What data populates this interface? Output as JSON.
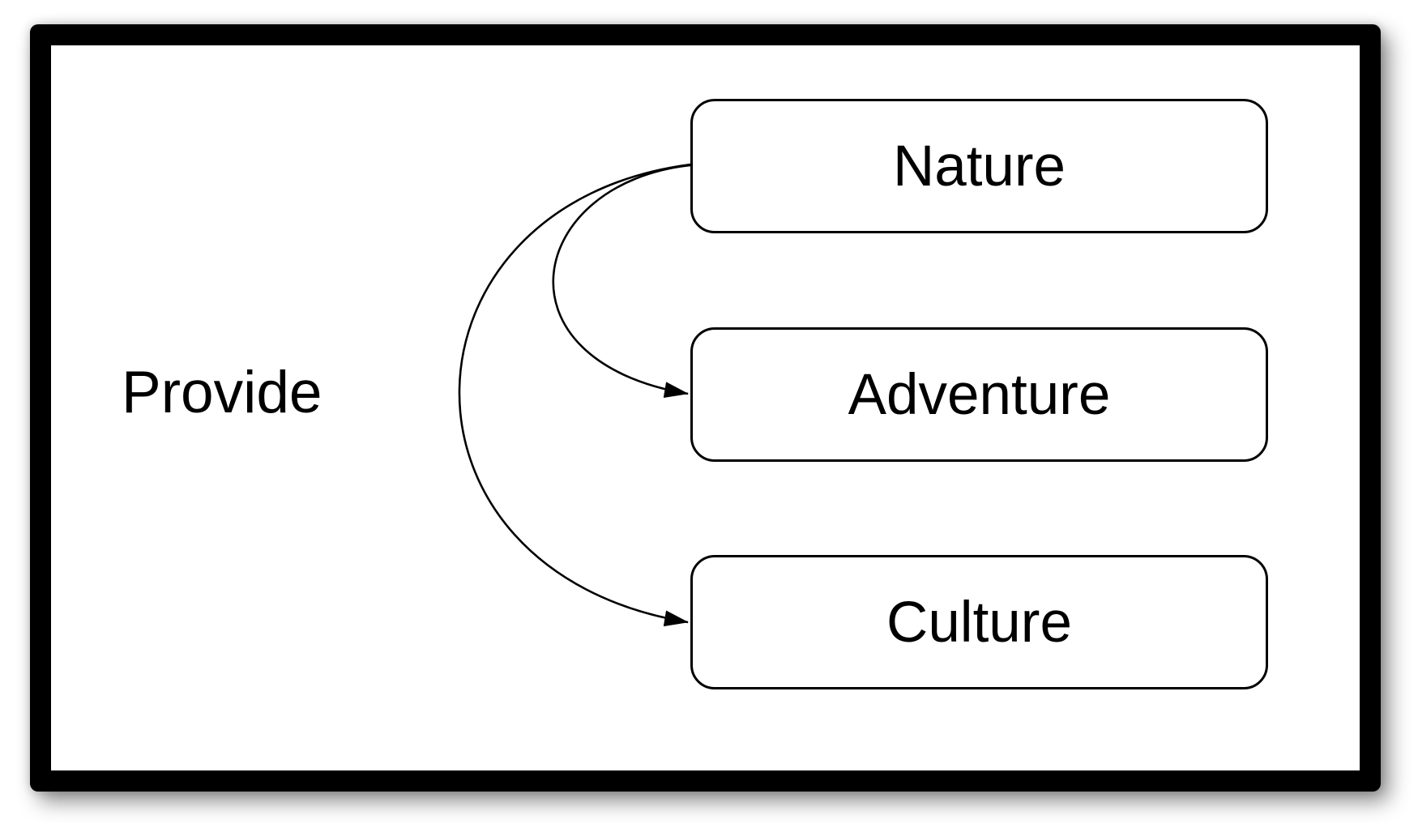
{
  "diagram": {
    "side_label": "Provide",
    "nodes": [
      {
        "id": "nature",
        "label": "Nature"
      },
      {
        "id": "adventure",
        "label": "Adventure"
      },
      {
        "id": "culture",
        "label": "Culture"
      }
    ],
    "edges": [
      {
        "from": "nature",
        "to": "adventure",
        "style": "curved-arrow"
      },
      {
        "from": "nature",
        "to": "culture",
        "style": "curved-arrow"
      }
    ],
    "colors": {
      "stroke": "#000000",
      "frame": "#000000",
      "node_fill": "#ffffff",
      "background": "#ffffff",
      "text": "#000000"
    }
  }
}
